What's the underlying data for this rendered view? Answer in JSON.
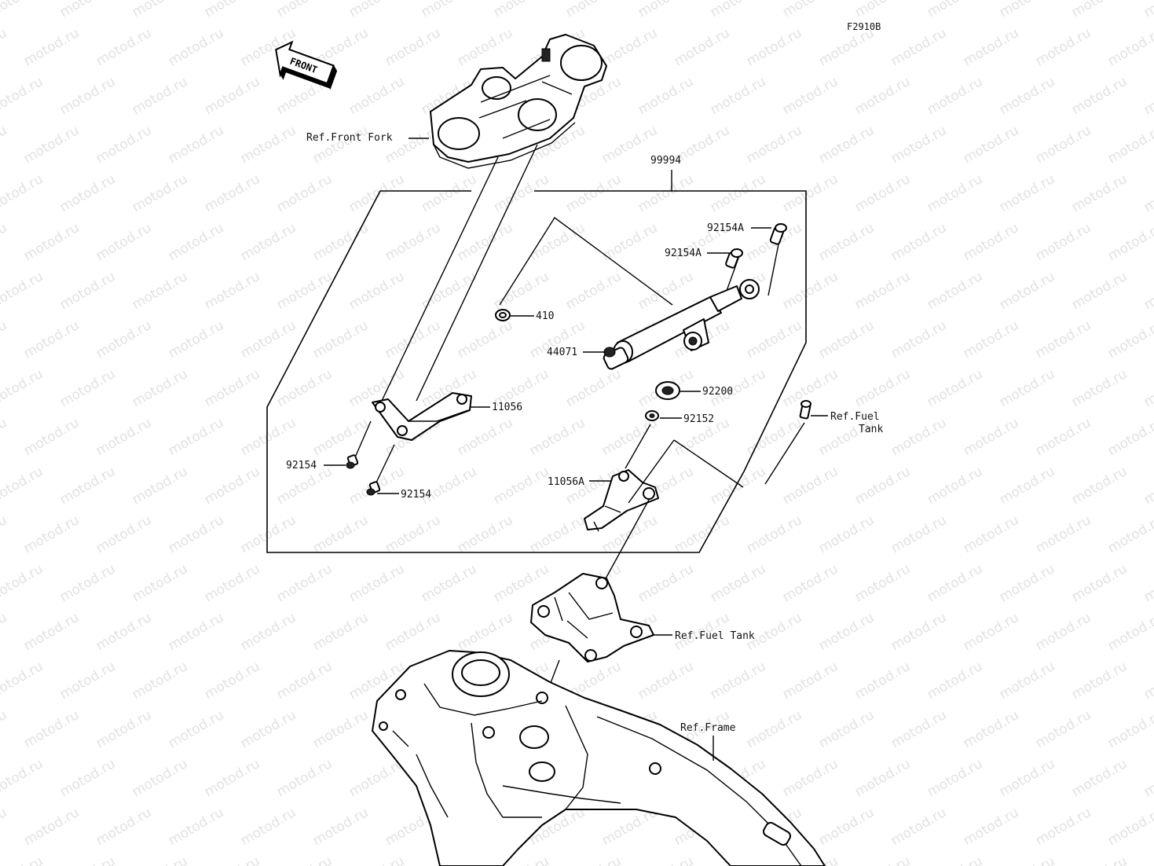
{
  "diagram": {
    "figure_code": "F2910B",
    "direction_arrow": "FRONT",
    "watermark": "motod.ru",
    "labels": {
      "ref_front_fork": "Ref.Front Fork",
      "kit": "99994",
      "bolt_a_top": "92154A",
      "bolt_a_mid": "92154A",
      "washer_410": "410",
      "damper": "44071",
      "bracket": "11056",
      "collar": "92200",
      "washer": "92152",
      "bolt_1": "92154",
      "bolt_2": "92154",
      "bracket_a": "11056A",
      "ref_fuel_tank_small_1": "Ref.Fuel",
      "ref_fuel_tank_small_2": "Tank",
      "ref_fuel_tank": "Ref.Fuel Tank",
      "ref_frame": "Ref.Frame"
    },
    "icons": [
      "front-arrow-icon"
    ]
  }
}
